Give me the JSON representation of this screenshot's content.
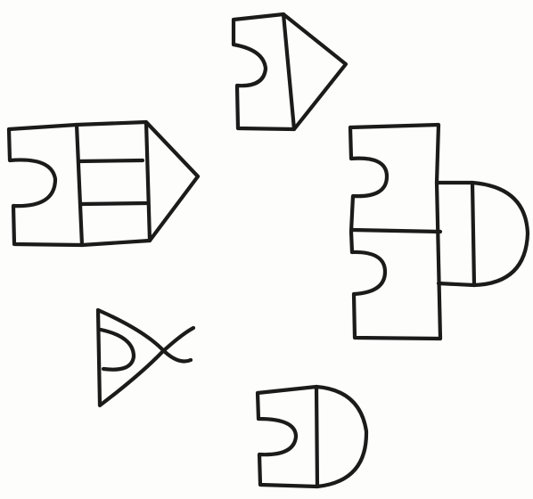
{
  "sketch": {
    "shapes": [
      {
        "name": "house-with-bite-shape"
      },
      {
        "name": "three-row-arrow-shape"
      },
      {
        "name": "stacked-bite-dome-shape"
      },
      {
        "name": "triangle-loop-shape"
      },
      {
        "name": "single-bite-dome-shape"
      }
    ],
    "colors": {
      "background": "#fdfdfb",
      "ink": "#1b1b1b"
    }
  }
}
